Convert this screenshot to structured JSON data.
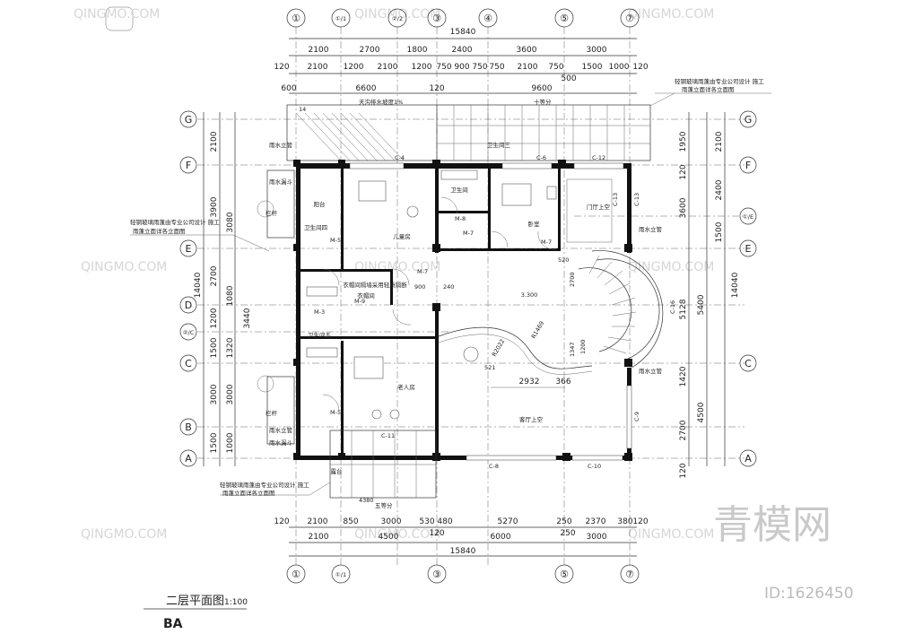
{
  "drawing": {
    "title": "二层平面图",
    "scale": "1:100",
    "code": "BA"
  },
  "watermark": {
    "brand_cn": "青模网",
    "site": "QINGMO.COM",
    "id_text": "ID:1626450"
  },
  "axes": {
    "top_bottom": [
      "①",
      "①/1",
      "②/2",
      "③",
      "④",
      "⑤",
      "⑦"
    ],
    "left_right": [
      "G",
      "F",
      "E",
      "D",
      "②/C",
      "C",
      "B",
      "A"
    ],
    "right_extra": "①/E"
  },
  "dimensions": {
    "top_total": "15840",
    "top_row1": [
      "2100",
      "2700",
      "1800",
      "2400",
      "3600",
      "3000"
    ],
    "top_row2": [
      "120",
      "2100",
      "1200",
      "2100",
      "1200",
      "750",
      "900",
      "750",
      "750",
      "2100",
      "750",
      "1500",
      "1000",
      "120"
    ],
    "top_row3": [
      "600",
      "6600",
      "120",
      "9600",
      "500"
    ],
    "bottom_row1": [
      "120",
      "2100",
      "850",
      "3000",
      "530",
      "480",
      "5270",
      "250",
      "2370",
      "380",
      "120"
    ],
    "bottom_row2": [
      "2100",
      "4500",
      "120",
      "6000",
      "250",
      "3000"
    ],
    "bottom_total": "15840",
    "left_col1": [
      "2100",
      "3900",
      "2700",
      "1200",
      "1500",
      "3000",
      "1500"
    ],
    "left_total": "14040",
    "left_col2": [
      "3080",
      "1080",
      "3440",
      "1320",
      "3000",
      "1000"
    ],
    "right_col1": [
      "2100",
      "2400",
      "1500",
      "5400",
      "4500"
    ],
    "right_total": "14040",
    "right_col2": [
      "1950",
      "120",
      "3600",
      "5128",
      "1420",
      "2700",
      "120"
    ],
    "interior": [
      "2932",
      "366",
      "R2022",
      "R1469",
      "1347",
      "521",
      "4380",
      "900",
      "240",
      "1200",
      "2700",
      "520"
    ]
  },
  "rooms": {
    "child_room": "儿童房",
    "bedroom": "卧室",
    "elder_room": "老人房",
    "living_void": "客厅上空",
    "hall_void": "门厅上空",
    "bath3": "卫生间三",
    "bath4": "卫生间四",
    "bath5": "卫生间五",
    "bath_small": "卫生间",
    "level": "3.300",
    "balcony": "阳台",
    "closet": "衣帽间",
    "void_label": "露台",
    "cloakroom_note": "衣帽间隔墙采用轻质隔断"
  },
  "notes": {
    "glass_roof_top": "轻钢玻璃雨蓬由专业公司设计 施工",
    "glass_roof_top2": "雨蓬立面详各立面图",
    "glass_roof_left": "轻钢玻璃雨蓬由专业公司设计 施工",
    "glass_roof_left2": "雨蓬立面详各立面图",
    "glass_roof_bottom": "轻钢玻璃雨蓬由专业公司设计 施工",
    "glass_roof_bottom2": "雨蓬立面详各立面图",
    "roof_slope": "天沟排水坡度1%",
    "equal_parts10": "十等分",
    "equal_parts5": "五等分",
    "rain_pipe": "雨水立管",
    "rain_drop": "雨水漏斗",
    "handrail": "栏杆",
    "rain_pipe_r": "雨水立管",
    "rain_pipe_r2": "雨水立管"
  },
  "tags": {
    "windows": [
      "C-4",
      "C-6",
      "C-12",
      "C-13",
      "C-13",
      "C-16",
      "C-9",
      "C-8",
      "C-10",
      "C-11"
    ],
    "doors": [
      "M-8",
      "M-7",
      "M-7",
      "M-5",
      "M-7",
      "M-9",
      "M-3",
      "M-5"
    ],
    "num14": "14"
  },
  "colors": {
    "line": "#333333",
    "wall": "#111111",
    "watermark": "#d6d6d6",
    "watermark_brand": "#c9c9c9"
  }
}
